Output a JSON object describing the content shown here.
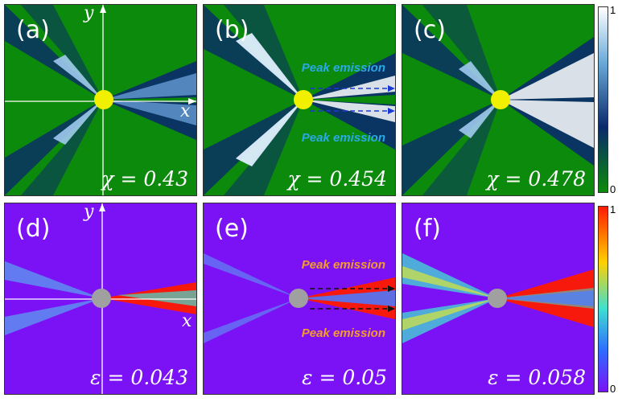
{
  "panels": [
    {
      "label": "(a)",
      "param": "χ = 0.43",
      "axis_x": "x",
      "axis_y": "y",
      "annotation": ""
    },
    {
      "label": "(b)",
      "param": "χ = 0.454",
      "annotation": "Peak emission"
    },
    {
      "label": "(c)",
      "param": "χ = 0.478",
      "annotation": ""
    },
    {
      "label": "(d)",
      "param": "ε = 0.043",
      "axis_x": "x",
      "axis_y": "y",
      "annotation": ""
    },
    {
      "label": "(e)",
      "param": "ε = 0.05",
      "annotation": "Peak emission"
    },
    {
      "label": "(f)",
      "param": "ε = 0.058",
      "annotation": ""
    }
  ],
  "colorbars": [
    {
      "max_label": "1",
      "min_label": "0",
      "colormap": "green-navy-white"
    },
    {
      "max_label": "1",
      "min_label": "0",
      "colormap": "violet-cyan-red"
    }
  ],
  "colors": {
    "green_background": "#0c8a0c",
    "violet_background": "#7b12f5",
    "scatterer_top": "#f0f000",
    "scatterer_bottom": "#a0a0a0",
    "annotation_top": "#2aa8e8",
    "annotation_bottom": "#f59b2a"
  }
}
